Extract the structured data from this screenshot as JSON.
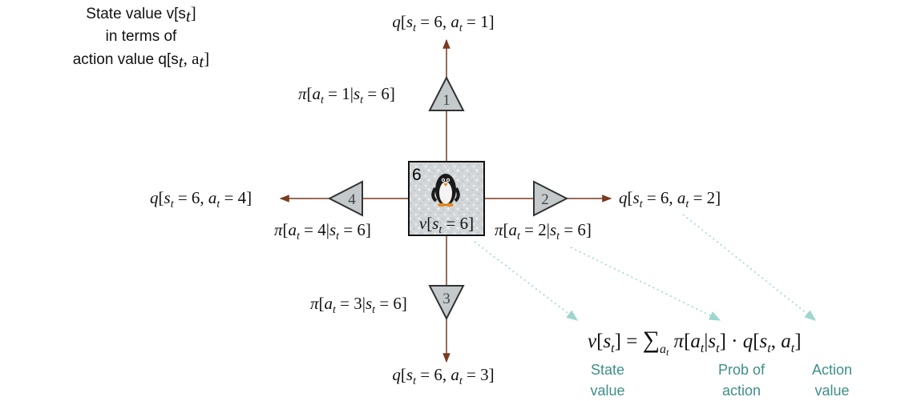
{
  "title_lines": [
    "State value v[s",
    "in terms of",
    "action value q[s"
  ],
  "state": {
    "number": "6",
    "value_label": "v[s_t = 6]"
  },
  "actions": [
    {
      "id": "1",
      "direction": "up",
      "policy_label": "π[a_t = 1|s_t = 6]",
      "q_label": "q[s_t = 6, a_t = 1]"
    },
    {
      "id": "2",
      "direction": "right",
      "policy_label": "π[a_t = 2|s_t = 6]",
      "q_label": "q[s_t = 6, a_t = 2]"
    },
    {
      "id": "3",
      "direction": "down",
      "policy_label": "π[a_t = 3|s_t = 6]",
      "q_label": "q[s_t = 6, a_t = 3]"
    },
    {
      "id": "4",
      "direction": "left",
      "policy_label": "π[a_t = 4|s_t = 6]",
      "q_label": "q[s_t = 6, a_t = 4]"
    }
  ],
  "equation": "v[s_t] = Σ_{a_t} π[a_t|s_t] · q[s_t, a_t]",
  "annotations": {
    "state_value": [
      "State",
      "value"
    ],
    "prob_of_action": [
      "Prob of",
      "action"
    ],
    "action_value": [
      "Action",
      "value"
    ]
  },
  "colors": {
    "arrow": "#7a3b22",
    "annotation": "#3e8f88",
    "dotted": "#9fd6cf",
    "triangle_fill": "#c4c9cc",
    "tile": "#d3d6d8"
  }
}
